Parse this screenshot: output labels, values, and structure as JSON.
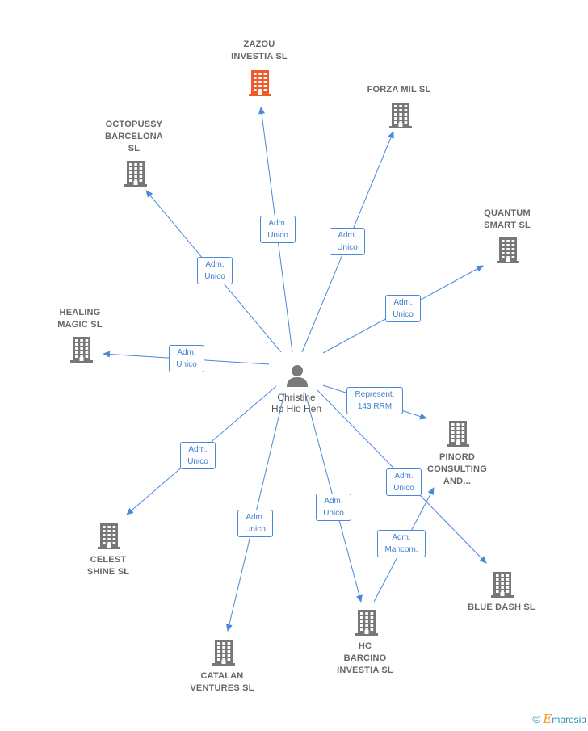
{
  "center": {
    "name": "Christine\nHo Hio Hen",
    "icon": "person-icon"
  },
  "companies": [
    {
      "id": "zazou",
      "name": "ZAZOU\nINVESTIA  SL",
      "highlight": true
    },
    {
      "id": "forza",
      "name": "FORZA MIL  SL",
      "highlight": false
    },
    {
      "id": "octopussy",
      "name": "OCTOPUSSY\nBARCELONA\nSL",
      "highlight": false
    },
    {
      "id": "quantum",
      "name": "QUANTUM\nSMART  SL",
      "highlight": false
    },
    {
      "id": "healing",
      "name": "HEALING\nMAGIC  SL",
      "highlight": false
    },
    {
      "id": "pinord",
      "name": "PINORD\nCONSULTING\nAND...",
      "highlight": false
    },
    {
      "id": "celest",
      "name": "CELEST\nSHINE  SL",
      "highlight": false
    },
    {
      "id": "bluedash",
      "name": "BLUE DASH  SL",
      "highlight": false
    },
    {
      "id": "catalan",
      "name": "CATALAN\nVENTURES  SL",
      "highlight": false
    },
    {
      "id": "hc",
      "name": "HC\nBARCINO\nINVESTIA  SL",
      "highlight": false
    }
  ],
  "edges": [
    {
      "to": "zazou",
      "label": "Adm.\nUnico"
    },
    {
      "to": "forza",
      "label": "Adm.\nUnico"
    },
    {
      "to": "octopussy",
      "label": "Adm.\nUnico"
    },
    {
      "to": "quantum",
      "label": "Adm.\nUnico"
    },
    {
      "to": "healing",
      "label": "Adm.\nUnico"
    },
    {
      "to": "pinord",
      "label": "Represent.\n143 RRM"
    },
    {
      "to": "celest",
      "label": "Adm.\nUnico"
    },
    {
      "to": "bluedash",
      "label": "Adm.\nUnico"
    },
    {
      "to": "catalan",
      "label": "Adm.\nUnico"
    },
    {
      "to": "hc",
      "label": "Adm.\nUnico"
    },
    {
      "from": "hc",
      "to": "pinord",
      "label": "Adm.\nMancom."
    }
  ],
  "colors": {
    "edge": "#4a88d8",
    "building": "#777777",
    "highlight": "#f05a28"
  },
  "brand": {
    "symbol": "©",
    "initial": "E",
    "rest": "mpresia"
  }
}
